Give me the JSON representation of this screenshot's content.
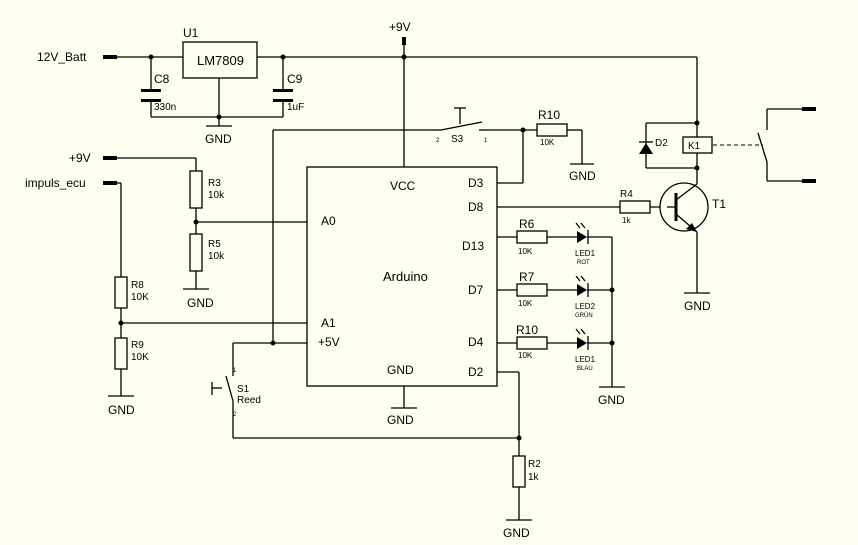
{
  "nets": {
    "batt": "12V_Batt",
    "plus9_top": "+9V",
    "plus9_left": "+9V",
    "impuls": "impuls_ecu",
    "gnd_u1": "GND",
    "gnd_r10": "GND",
    "gnd_r5": "GND",
    "gnd_r9": "GND",
    "gnd_ard": "GND",
    "gnd_leds": "GND",
    "gnd_t1": "GND",
    "gnd_r2": "GND"
  },
  "regulator": {
    "ref": "U1",
    "part": "LM7809"
  },
  "capacitors": [
    {
      "ref": "C8",
      "value": "330n"
    },
    {
      "ref": "C9",
      "value": "1uF"
    }
  ],
  "resistors": {
    "r3": {
      "ref": "R3",
      "value": "10k"
    },
    "r5": {
      "ref": "R5",
      "value": "10k"
    },
    "r8": {
      "ref": "R8",
      "value": "10K"
    },
    "r9": {
      "ref": "R9",
      "value": "10K"
    },
    "r10_top": {
      "ref": "R10",
      "value": "10K"
    },
    "r4": {
      "ref": "R4",
      "value": "1k"
    },
    "r6": {
      "ref": "R6",
      "value": "10K"
    },
    "r7": {
      "ref": "R7",
      "value": "10K"
    },
    "r10_b": {
      "ref": "R10",
      "value": "10K"
    },
    "r2": {
      "ref": "R2",
      "value": "1k"
    }
  },
  "arduino": {
    "name": "Arduino",
    "vcc": "VCC",
    "gnd": "GND",
    "a0": "A0",
    "a1": "A1",
    "v5": "+5V",
    "d3": "D3",
    "d8": "D8",
    "d13": "D13",
    "d7": "D7",
    "d4": "D4",
    "d2": "D2"
  },
  "leds": [
    {
      "ref": "LED1",
      "color": "ROT"
    },
    {
      "ref": "LED2",
      "color": "GRÜN"
    },
    {
      "ref": "LED1",
      "color": "BLAU"
    }
  ],
  "switches": {
    "s3": {
      "ref": "S3",
      "pin1": "1",
      "pin2": "2"
    },
    "s1": {
      "ref": "S1",
      "desc": "Reed",
      "pin1": "1",
      "pin2": "2"
    }
  },
  "diode": {
    "ref": "D2"
  },
  "relay": {
    "ref": "K1"
  },
  "transistor": {
    "ref": "T1"
  }
}
